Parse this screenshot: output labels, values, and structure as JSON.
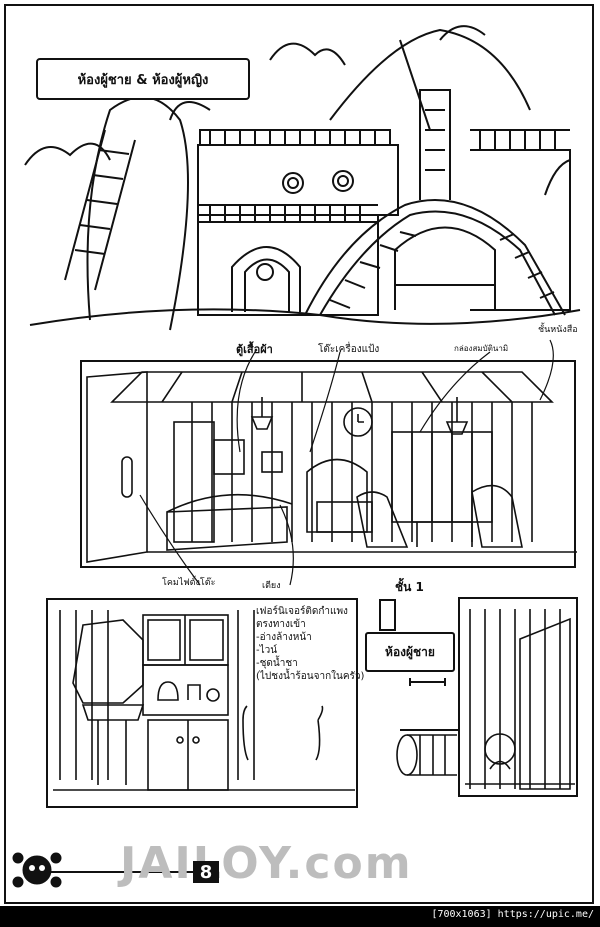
{
  "banner_title": "ห้องผู้ชาย & ห้องผู้หญิง",
  "labels": {
    "wardrobe": "ตู้เสื้อผ้า",
    "vanity": "โต๊ะเครื่องแป้ง",
    "treasure_box": "กล่องสมบัตินามิ",
    "bookshelf": "ชั้นหนังสือ",
    "lamp": "โคมไฟตั้งโต๊ะ",
    "bed": "เตียง"
  },
  "note": {
    "lines": [
      "เฟอร์นิเจอร์ติดกำแพง",
      "ตรงทางเข้า",
      "-อ่างล้างหน้า",
      "-ไวน์",
      "-ชุดน้ำชา",
      "(ไปชงน้ำร้อนจากในครัว)"
    ]
  },
  "floor_label": "ชั้น 1",
  "sign_label": "ห้องผู้ชาย",
  "watermark": "JAILOY.com",
  "page_number": "8",
  "footer": "[700x1063] https://upic.me/"
}
